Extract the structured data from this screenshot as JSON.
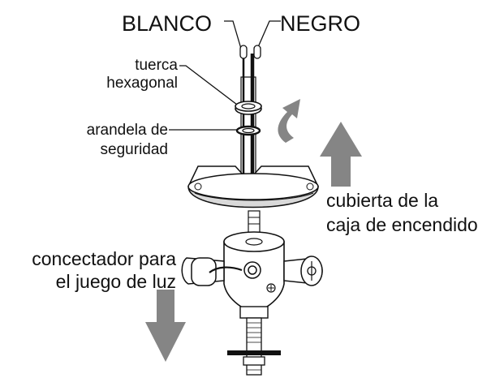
{
  "labels": {
    "white_wire": "BLANCO",
    "black_wire": "NEGRO",
    "hex_nut_line1": "tuerca",
    "hex_nut_line2": "hexagonal",
    "lock_washer_line1": "arandela de",
    "lock_washer_line2": "seguridad",
    "cover_line1": "cubierta de la",
    "cover_line2": "caja de encendido",
    "connector_line1": "concectador para",
    "connector_line2": "el juego de luz"
  },
  "colors": {
    "line": "#111111",
    "arrow": "#858585",
    "part_fill": "#ffffff",
    "shade": "#d9d9d9"
  }
}
